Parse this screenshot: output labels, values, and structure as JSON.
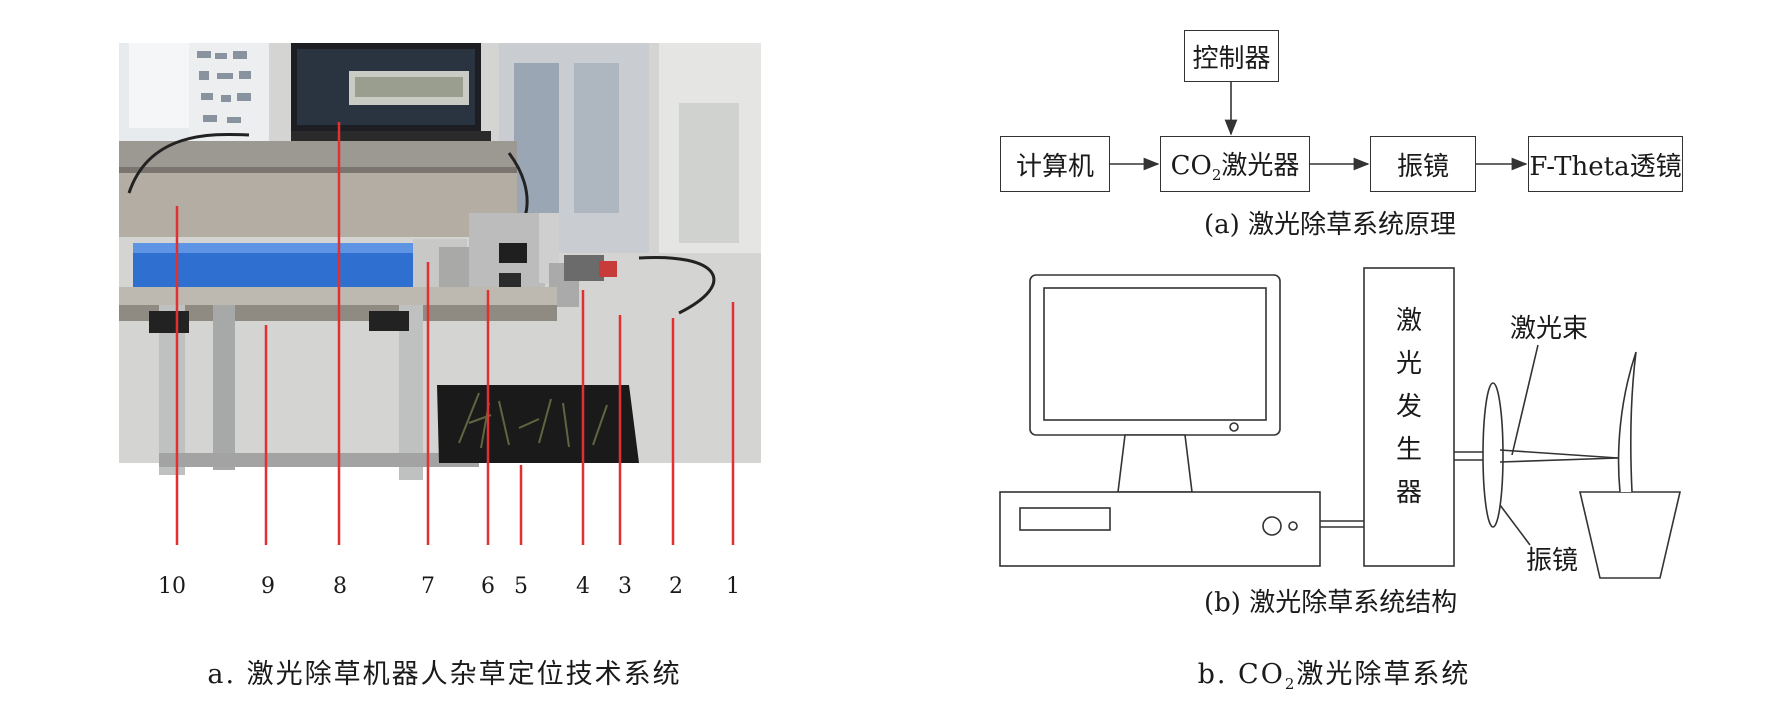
{
  "photo_panel": {
    "callout_numbers": [
      "10",
      "9",
      "8",
      "7",
      "6",
      "5",
      "4",
      "3",
      "2",
      "1"
    ],
    "caption": "a. 激光除草机器人杂草定位技术系统"
  },
  "diagram_panel": {
    "principle": {
      "controller": "控制器",
      "computer": "计算机",
      "laser_prefix": "CO",
      "laser_sub": "2",
      "laser_suffix": "激光器",
      "galvo": "振镜",
      "lens": "F-Theta透镜",
      "caption": "(a) 激光除草系统原理"
    },
    "structure": {
      "generator_chars": [
        "激",
        "光",
        "发",
        "生",
        "器"
      ],
      "beam_label": "激光束",
      "galvo_label": "振镜",
      "caption": "(b) 激光除草系统结构"
    },
    "caption_prefix": "b. CO",
    "caption_sub": "2",
    "caption_suffix": "激光除草系统"
  },
  "colors": {
    "callout_line": "#e03030",
    "box_stroke": "#333333"
  }
}
